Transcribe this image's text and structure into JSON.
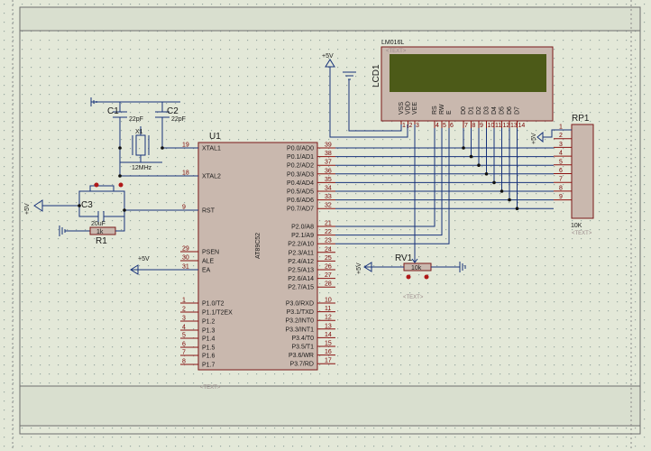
{
  "colors": {
    "sheet": "#e3e8d8",
    "dot": "#97a7a0",
    "body": "#c9b8ae",
    "outline": "#7a1818",
    "wire": "#17327a",
    "lcd_screen": "#4c5a18",
    "junction": "#111111",
    "pot_dot": "#b01818"
  },
  "text_tag": "<TEXT>",
  "u1": {
    "ref": "U1",
    "part": "AT89C52",
    "left_pins": [
      {
        "num": "19",
        "name": "XTAL1"
      },
      {
        "num": "18",
        "name": "XTAL2"
      },
      {
        "num": "9",
        "name": "RST"
      },
      {
        "num": "29",
        "name": "PSEN"
      },
      {
        "num": "30",
        "name": "ALE"
      },
      {
        "num": "31",
        "name": "EA"
      },
      {
        "num": "1",
        "name": "P1.0/T2"
      },
      {
        "num": "2",
        "name": "P1.1/T2EX"
      },
      {
        "num": "3",
        "name": "P1.2"
      },
      {
        "num": "4",
        "name": "P1.3"
      },
      {
        "num": "5",
        "name": "P1.4"
      },
      {
        "num": "6",
        "name": "P1.5"
      },
      {
        "num": "7",
        "name": "P1.6"
      },
      {
        "num": "8",
        "name": "P1.7"
      }
    ],
    "right_pins": [
      {
        "num": "39",
        "name": "P0.0/AD0"
      },
      {
        "num": "38",
        "name": "P0.1/AD1"
      },
      {
        "num": "37",
        "name": "P0.2/AD2"
      },
      {
        "num": "36",
        "name": "P0.3/AD3"
      },
      {
        "num": "35",
        "name": "P0.4/AD4"
      },
      {
        "num": "34",
        "name": "P0.5/AD5"
      },
      {
        "num": "33",
        "name": "P0.6/AD6"
      },
      {
        "num": "32",
        "name": "P0.7/AD7"
      },
      {
        "num": "21",
        "name": "P2.0/A8"
      },
      {
        "num": "22",
        "name": "P2.1/A9"
      },
      {
        "num": "23",
        "name": "P2.2/A10"
      },
      {
        "num": "24",
        "name": "P2.3/A11"
      },
      {
        "num": "25",
        "name": "P2.4/A12"
      },
      {
        "num": "26",
        "name": "P2.5/A13"
      },
      {
        "num": "27",
        "name": "P2.6/A14"
      },
      {
        "num": "28",
        "name": "P2.7/A15"
      },
      {
        "num": "10",
        "name": "P3.0/RXD"
      },
      {
        "num": "11",
        "name": "P3.1/TXD"
      },
      {
        "num": "12",
        "name": "P3.2/INT0"
      },
      {
        "num": "13",
        "name": "P3.3/INT1"
      },
      {
        "num": "14",
        "name": "P3.4/T0"
      },
      {
        "num": "15",
        "name": "P3.5/T1"
      },
      {
        "num": "16",
        "name": "P3.6/WR"
      },
      {
        "num": "17",
        "name": "P3.7/RD"
      }
    ]
  },
  "lcd": {
    "ref": "LCD1",
    "part": "LM016L",
    "pins": [
      {
        "num": "1",
        "name": "VSS"
      },
      {
        "num": "2",
        "name": "VDD"
      },
      {
        "num": "3",
        "name": "VEE"
      },
      {
        "num": "4",
        "name": "RS"
      },
      {
        "num": "5",
        "name": "RW"
      },
      {
        "num": "6",
        "name": "E"
      },
      {
        "num": "7",
        "name": "D0"
      },
      {
        "num": "8",
        "name": "D1"
      },
      {
        "num": "9",
        "name": "D2"
      },
      {
        "num": "10",
        "name": "D3"
      },
      {
        "num": "11",
        "name": "D4"
      },
      {
        "num": "12",
        "name": "D5"
      },
      {
        "num": "13",
        "name": "D6"
      },
      {
        "num": "14",
        "name": "D7"
      }
    ]
  },
  "rp1": {
    "ref": "RP1",
    "value": "10K",
    "pins": [
      "1",
      "2",
      "3",
      "4",
      "5",
      "6",
      "7",
      "8",
      "9"
    ]
  },
  "c1": {
    "ref": "C1",
    "value": "22pF"
  },
  "c2": {
    "ref": "C2",
    "value": "22pF"
  },
  "x1": {
    "ref": "X1",
    "value": "12MHz"
  },
  "c3": {
    "ref": "C3",
    "value": "20uF"
  },
  "r1": {
    "ref": "R1",
    "value": "1k"
  },
  "rv1": {
    "ref": "RV1",
    "value": "10k"
  },
  "power": {
    "plus5v": "+5V"
  }
}
